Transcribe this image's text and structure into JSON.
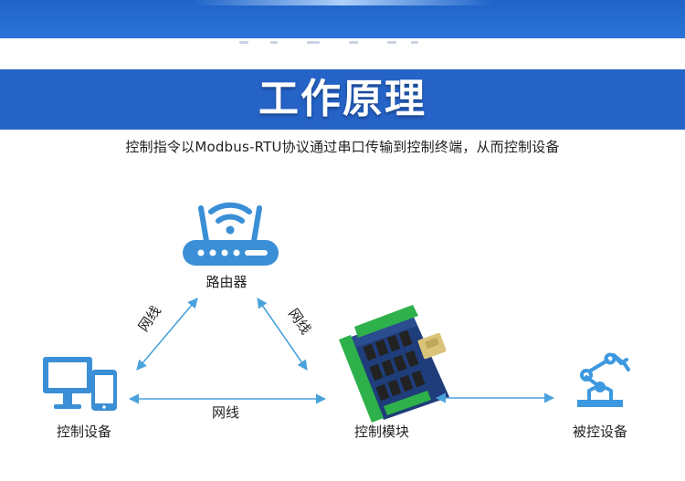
{
  "header": {
    "title": "工作原理",
    "subtitle": "控制指令以Modbus-RTU协议通过串口传输到控制终端，从而控制设备"
  },
  "nodes": {
    "router": "路由器",
    "control_device": "控制设备",
    "control_module": "控制模块",
    "controlled_device": "被控设备"
  },
  "links": {
    "left_diagonal": "网线",
    "right_diagonal": "网线",
    "bottom": "网线"
  },
  "colors": {
    "banner_blue": "#2563c7",
    "icon_blue": "#3a8fd6",
    "arrow_blue": "#4aa2dc",
    "robot_blue": "#3d99df",
    "board_green": "#2eb14a"
  },
  "icons": {
    "router": "wifi-router-icon",
    "control_device": "desktop-and-phone-icon",
    "control_module": "relay-board-image",
    "controlled_device": "robot-arm-icon"
  }
}
